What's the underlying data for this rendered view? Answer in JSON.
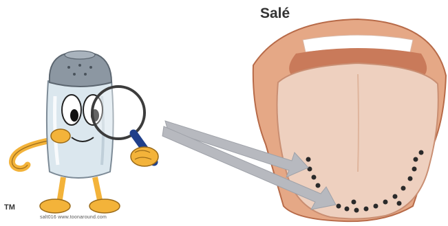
{
  "title": "Salé",
  "trademark": "TM",
  "credit": "salt016 www.toonaround.com",
  "colors": {
    "arrow": "#b7b9bf",
    "tongue": "#eed0bf",
    "lips": "#d9926e",
    "dots": "#2a2a2a",
    "shaker_glass": "#dbe7ee",
    "shaker_cap": "#8c97a2",
    "hands": "#f3b33a"
  },
  "icons": [
    "salt-shaker-cartoon",
    "magnifying-glass-icon",
    "tongue-illustration",
    "arrow"
  ]
}
